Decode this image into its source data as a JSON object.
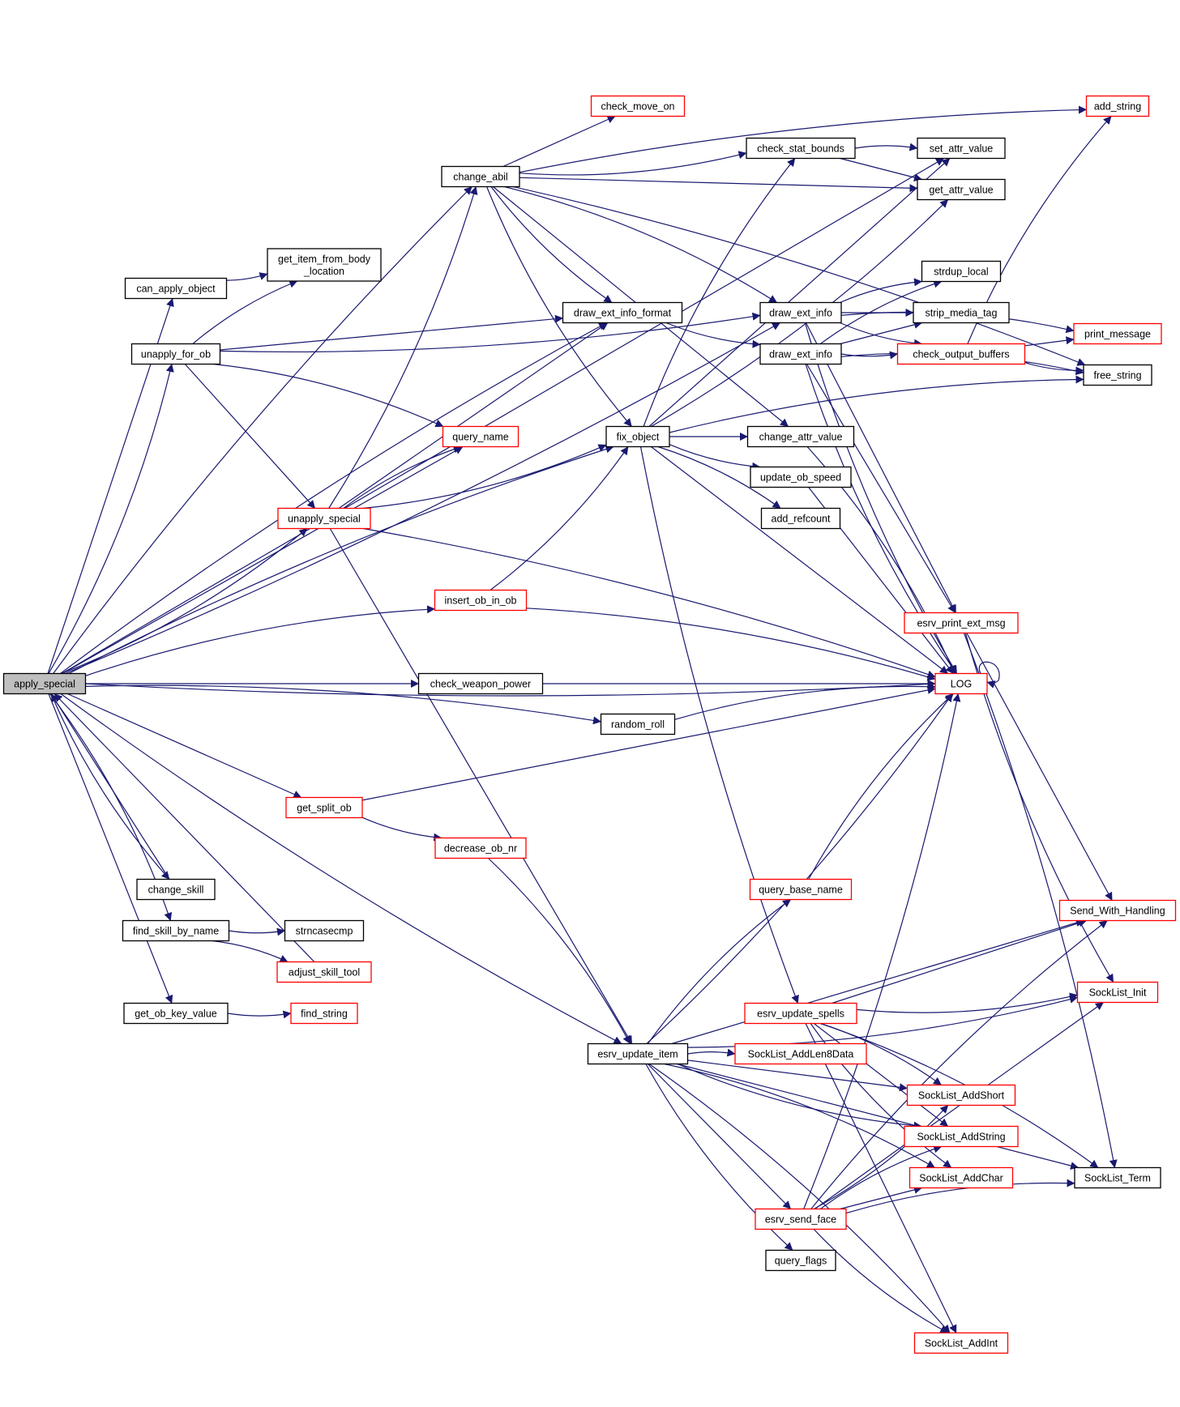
{
  "diagram": {
    "title": "",
    "colors": {
      "edge": "#191970",
      "node_border_default": "#000000",
      "node_border_truncated": "#ff0000",
      "node_fill_root": "#bfbfbf",
      "node_fill_default": "#ffffff"
    },
    "nodes": [
      {
        "id": "apply_special",
        "lines": [
          "apply_special"
        ],
        "style": "root"
      },
      {
        "id": "change_abil",
        "lines": [
          "change_abil"
        ],
        "style": "black"
      },
      {
        "id": "check_move_on",
        "lines": [
          "check_move_on"
        ],
        "style": "red"
      },
      {
        "id": "check_stat_bounds",
        "lines": [
          "check_stat_bounds"
        ],
        "style": "black"
      },
      {
        "id": "set_attr_value",
        "lines": [
          "set_attr_value"
        ],
        "style": "black"
      },
      {
        "id": "get_attr_value",
        "lines": [
          "get_attr_value"
        ],
        "style": "black"
      },
      {
        "id": "add_string",
        "lines": [
          "add_string"
        ],
        "style": "red"
      },
      {
        "id": "get_item_from_body_location",
        "lines": [
          "get_item_from_body",
          "_location"
        ],
        "style": "black"
      },
      {
        "id": "can_apply_object",
        "lines": [
          "can_apply_object"
        ],
        "style": "black"
      },
      {
        "id": "unapply_for_ob",
        "lines": [
          "unapply_for_ob"
        ],
        "style": "black"
      },
      {
        "id": "draw_ext_info_format",
        "lines": [
          "draw_ext_info_format"
        ],
        "style": "black"
      },
      {
        "id": "draw_ext_info_1",
        "lines": [
          "draw_ext_info"
        ],
        "style": "black"
      },
      {
        "id": "draw_ext_info_2",
        "lines": [
          "draw_ext_info"
        ],
        "style": "black"
      },
      {
        "id": "strdup_local",
        "lines": [
          "strdup_local"
        ],
        "style": "black"
      },
      {
        "id": "strip_media_tag",
        "lines": [
          "strip_media_tag"
        ],
        "style": "black"
      },
      {
        "id": "check_output_buffers",
        "lines": [
          "check_output_buffers"
        ],
        "style": "red"
      },
      {
        "id": "print_message",
        "lines": [
          "print_message"
        ],
        "style": "red"
      },
      {
        "id": "free_string",
        "lines": [
          "free_string"
        ],
        "style": "black"
      },
      {
        "id": "query_name",
        "lines": [
          "query_name"
        ],
        "style": "red"
      },
      {
        "id": "fix_object",
        "lines": [
          "fix_object"
        ],
        "style": "black"
      },
      {
        "id": "change_attr_value",
        "lines": [
          "change_attr_value"
        ],
        "style": "black"
      },
      {
        "id": "update_ob_speed",
        "lines": [
          "update_ob_speed"
        ],
        "style": "black"
      },
      {
        "id": "add_refcount",
        "lines": [
          "add_refcount"
        ],
        "style": "black"
      },
      {
        "id": "unapply_special",
        "lines": [
          "unapply_special"
        ],
        "style": "red"
      },
      {
        "id": "insert_ob_in_ob",
        "lines": [
          "insert_ob_in_ob"
        ],
        "style": "red"
      },
      {
        "id": "esrv_print_ext_msg",
        "lines": [
          "esrv_print_ext_msg"
        ],
        "style": "red"
      },
      {
        "id": "check_weapon_power",
        "lines": [
          "check_weapon_power"
        ],
        "style": "black"
      },
      {
        "id": "LOG",
        "lines": [
          "LOG"
        ],
        "style": "red"
      },
      {
        "id": "random_roll",
        "lines": [
          "random_roll"
        ],
        "style": "black"
      },
      {
        "id": "get_split_ob",
        "lines": [
          "get_split_ob"
        ],
        "style": "red"
      },
      {
        "id": "decrease_ob_nr",
        "lines": [
          "decrease_ob_nr"
        ],
        "style": "red"
      },
      {
        "id": "change_skill",
        "lines": [
          "change_skill"
        ],
        "style": "black"
      },
      {
        "id": "query_base_name",
        "lines": [
          "query_base_name"
        ],
        "style": "red"
      },
      {
        "id": "find_skill_by_name",
        "lines": [
          "find_skill_by_name"
        ],
        "style": "black"
      },
      {
        "id": "strncasecmp",
        "lines": [
          "strncasecmp"
        ],
        "style": "black"
      },
      {
        "id": "Send_With_Handling",
        "lines": [
          "Send_With_Handling"
        ],
        "style": "red"
      },
      {
        "id": "adjust_skill_tool",
        "lines": [
          "adjust_skill_tool"
        ],
        "style": "red"
      },
      {
        "id": "SockList_Init",
        "lines": [
          "SockList_Init"
        ],
        "style": "red"
      },
      {
        "id": "get_ob_key_value",
        "lines": [
          "get_ob_key_value"
        ],
        "style": "black"
      },
      {
        "id": "find_string",
        "lines": [
          "find_string"
        ],
        "style": "red"
      },
      {
        "id": "esrv_update_spells",
        "lines": [
          "esrv_update_spells"
        ],
        "style": "red"
      },
      {
        "id": "esrv_update_item",
        "lines": [
          "esrv_update_item"
        ],
        "style": "black"
      },
      {
        "id": "SockList_AddLen8Data",
        "lines": [
          "SockList_AddLen8Data"
        ],
        "style": "red"
      },
      {
        "id": "SockList_AddShort",
        "lines": [
          "SockList_AddShort"
        ],
        "style": "red"
      },
      {
        "id": "SockList_AddString",
        "lines": [
          "SockList_AddString"
        ],
        "style": "red"
      },
      {
        "id": "SockList_AddChar",
        "lines": [
          "SockList_AddChar"
        ],
        "style": "red"
      },
      {
        "id": "SockList_Term",
        "lines": [
          "SockList_Term"
        ],
        "style": "black"
      },
      {
        "id": "esrv_send_face",
        "lines": [
          "esrv_send_face"
        ],
        "style": "red"
      },
      {
        "id": "query_flags",
        "lines": [
          "query_flags"
        ],
        "style": "black"
      },
      {
        "id": "SockList_AddInt",
        "lines": [
          "SockList_AddInt"
        ],
        "style": "red"
      }
    ],
    "edges": [
      [
        "apply_special",
        "change_abil"
      ],
      [
        "apply_special",
        "set_attr_value"
      ],
      [
        "apply_special",
        "draw_ext_info_1"
      ],
      [
        "apply_special",
        "draw_ext_info_format"
      ],
      [
        "apply_special",
        "can_apply_object"
      ],
      [
        "apply_special",
        "unapply_for_ob"
      ],
      [
        "apply_special",
        "fix_object"
      ],
      [
        "apply_special",
        "query_name"
      ],
      [
        "apply_special",
        "unapply_special"
      ],
      [
        "apply_special",
        "insert_ob_in_ob"
      ],
      [
        "apply_special",
        "check_weapon_power"
      ],
      [
        "apply_special",
        "LOG"
      ],
      [
        "apply_special",
        "random_roll"
      ],
      [
        "apply_special",
        "get_split_ob"
      ],
      [
        "apply_special",
        "change_skill"
      ],
      [
        "apply_special",
        "find_skill_by_name"
      ],
      [
        "apply_special",
        "get_ob_key_value"
      ],
      [
        "apply_special",
        "esrv_update_item"
      ],
      [
        "change_abil",
        "add_string"
      ],
      [
        "change_abil",
        "check_move_on"
      ],
      [
        "change_abil",
        "check_stat_bounds"
      ],
      [
        "change_abil",
        "free_string"
      ],
      [
        "change_abil",
        "get_attr_value"
      ],
      [
        "change_abil",
        "draw_ext_info_format"
      ],
      [
        "change_abil",
        "draw_ext_info_1"
      ],
      [
        "change_abil",
        "change_attr_value"
      ],
      [
        "change_abil",
        "fix_object"
      ],
      [
        "check_stat_bounds",
        "set_attr_value"
      ],
      [
        "check_stat_bounds",
        "get_attr_value"
      ],
      [
        "can_apply_object",
        "get_item_from_body_location"
      ],
      [
        "unapply_for_ob",
        "get_item_from_body_location"
      ],
      [
        "unapply_for_ob",
        "draw_ext_info_format"
      ],
      [
        "unapply_for_ob",
        "draw_ext_info_1"
      ],
      [
        "unapply_for_ob",
        "query_name"
      ],
      [
        "unapply_for_ob",
        "unapply_special"
      ],
      [
        "draw_ext_info_format",
        "draw_ext_info_2"
      ],
      [
        "draw_ext_info_1",
        "strdup_local"
      ],
      [
        "draw_ext_info_1",
        "strip_media_tag"
      ],
      [
        "draw_ext_info_1",
        "check_output_buffers"
      ],
      [
        "draw_ext_info_1",
        "print_message"
      ],
      [
        "draw_ext_info_1",
        "esrv_print_ext_msg"
      ],
      [
        "draw_ext_info_1",
        "LOG"
      ],
      [
        "draw_ext_info_2",
        "strdup_local"
      ],
      [
        "draw_ext_info_2",
        "strip_media_tag"
      ],
      [
        "draw_ext_info_2",
        "check_output_buffers"
      ],
      [
        "draw_ext_info_2",
        "free_string"
      ],
      [
        "draw_ext_info_2",
        "esrv_print_ext_msg"
      ],
      [
        "draw_ext_info_2",
        "LOG"
      ],
      [
        "check_output_buffers",
        "add_string"
      ],
      [
        "check_output_buffers",
        "print_message"
      ],
      [
        "check_output_buffers",
        "free_string"
      ],
      [
        "fix_object",
        "check_stat_bounds"
      ],
      [
        "fix_object",
        "set_attr_value"
      ],
      [
        "fix_object",
        "get_attr_value"
      ],
      [
        "fix_object",
        "free_string"
      ],
      [
        "fix_object",
        "change_attr_value"
      ],
      [
        "fix_object",
        "update_ob_speed"
      ],
      [
        "fix_object",
        "add_refcount"
      ],
      [
        "fix_object",
        "LOG"
      ],
      [
        "fix_object",
        "esrv_update_spells"
      ],
      [
        "change_attr_value",
        "LOG"
      ],
      [
        "update_ob_speed",
        "LOG"
      ],
      [
        "unapply_special",
        "change_abil"
      ],
      [
        "unapply_special",
        "query_name"
      ],
      [
        "unapply_special",
        "draw_ext_info_format"
      ],
      [
        "unapply_special",
        "fix_object"
      ],
      [
        "unapply_special",
        "LOG"
      ],
      [
        "unapply_special",
        "esrv_update_item"
      ],
      [
        "insert_ob_in_ob",
        "fix_object"
      ],
      [
        "insert_ob_in_ob",
        "LOG"
      ],
      [
        "esrv_print_ext_msg",
        "Send_With_Handling"
      ],
      [
        "esrv_print_ext_msg",
        "SockList_Init"
      ],
      [
        "esrv_print_ext_msg",
        "SockList_Term"
      ],
      [
        "check_weapon_power",
        "LOG"
      ],
      [
        "LOG",
        "LOG"
      ],
      [
        "random_roll",
        "LOG"
      ],
      [
        "get_split_ob",
        "LOG"
      ],
      [
        "get_split_ob",
        "decrease_ob_nr"
      ],
      [
        "decrease_ob_nr",
        "esrv_update_item"
      ],
      [
        "change_skill",
        "apply_special"
      ],
      [
        "find_skill_by_name",
        "strncasecmp"
      ],
      [
        "find_skill_by_name",
        "adjust_skill_tool"
      ],
      [
        "adjust_skill_tool",
        "apply_special"
      ],
      [
        "get_ob_key_value",
        "find_string"
      ],
      [
        "query_base_name",
        "LOG"
      ],
      [
        "esrv_update_spells",
        "Send_With_Handling"
      ],
      [
        "esrv_update_spells",
        "SockList_Init"
      ],
      [
        "esrv_update_spells",
        "SockList_AddShort"
      ],
      [
        "esrv_update_spells",
        "SockList_AddString"
      ],
      [
        "esrv_update_spells",
        "SockList_AddChar"
      ],
      [
        "esrv_update_spells",
        "SockList_Term"
      ],
      [
        "esrv_update_spells",
        "SockList_AddInt"
      ],
      [
        "esrv_update_item",
        "LOG"
      ],
      [
        "esrv_update_item",
        "query_base_name"
      ],
      [
        "esrv_update_item",
        "Send_With_Handling"
      ],
      [
        "esrv_update_item",
        "SockList_Init"
      ],
      [
        "esrv_update_item",
        "SockList_AddLen8Data"
      ],
      [
        "esrv_update_item",
        "SockList_AddShort"
      ],
      [
        "esrv_update_item",
        "SockList_AddString"
      ],
      [
        "esrv_update_item",
        "SockList_AddChar"
      ],
      [
        "esrv_update_item",
        "esrv_send_face"
      ],
      [
        "esrv_update_item",
        "query_flags"
      ],
      [
        "esrv_update_item",
        "SockList_AddInt"
      ],
      [
        "esrv_update_item",
        "SockList_Term"
      ],
      [
        "esrv_send_face",
        "LOG"
      ],
      [
        "esrv_send_face",
        "Send_With_Handling"
      ],
      [
        "esrv_send_face",
        "SockList_Init"
      ],
      [
        "esrv_send_face",
        "SockList_AddShort"
      ],
      [
        "esrv_send_face",
        "SockList_AddString"
      ],
      [
        "esrv_send_face",
        "SockList_AddChar"
      ],
      [
        "esrv_send_face",
        "SockList_AddInt"
      ],
      [
        "esrv_send_face",
        "SockList_Term"
      ]
    ]
  }
}
